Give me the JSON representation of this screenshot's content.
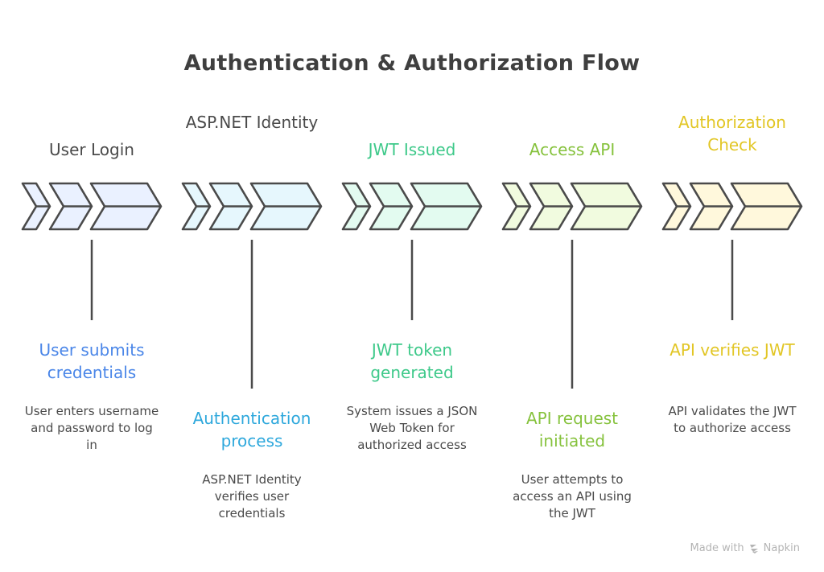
{
  "title": "Authentication & Authorization Flow",
  "stroke_color": "#4a4a4a",
  "steps": [
    {
      "stage": "User Login",
      "heading": "User submits credentials",
      "description": "User enters username and password to log in",
      "accent": "#4a86e8",
      "fill": "#eaf1ff",
      "label_color": "#4a4a4a",
      "position": "top"
    },
    {
      "stage": "ASP.NET Identity",
      "heading": "Authentication process",
      "description": "ASP.NET Identity verifies user credentials",
      "accent": "#2ea8dc",
      "fill": "#e6f7fd",
      "label_color": "#4a4a4a",
      "position": "bottom"
    },
    {
      "stage": "JWT Issued",
      "heading": "JWT token generated",
      "description": "System issues a JSON Web Token for authorized access",
      "accent": "#3ec98a",
      "fill": "#e3fbf0",
      "label_color": "#3ec98a",
      "position": "top"
    },
    {
      "stage": "Access API",
      "heading": "API request initiated",
      "description": "User attempts to access an API using the JWT",
      "accent": "#86c23d",
      "fill": "#f1fbdf",
      "label_color": "#86c23d",
      "position": "bottom"
    },
    {
      "stage": "Authorization Check",
      "heading": "API verifies JWT",
      "description": "API validates the JWT to authorize access",
      "accent": "#e2c625",
      "fill": "#fff8dc",
      "label_color": "#e2c625",
      "position": "top"
    }
  ],
  "footer": {
    "prefix": "Made with",
    "brand": "Napkin",
    "logo_icon": "napkin-logo-icon"
  }
}
